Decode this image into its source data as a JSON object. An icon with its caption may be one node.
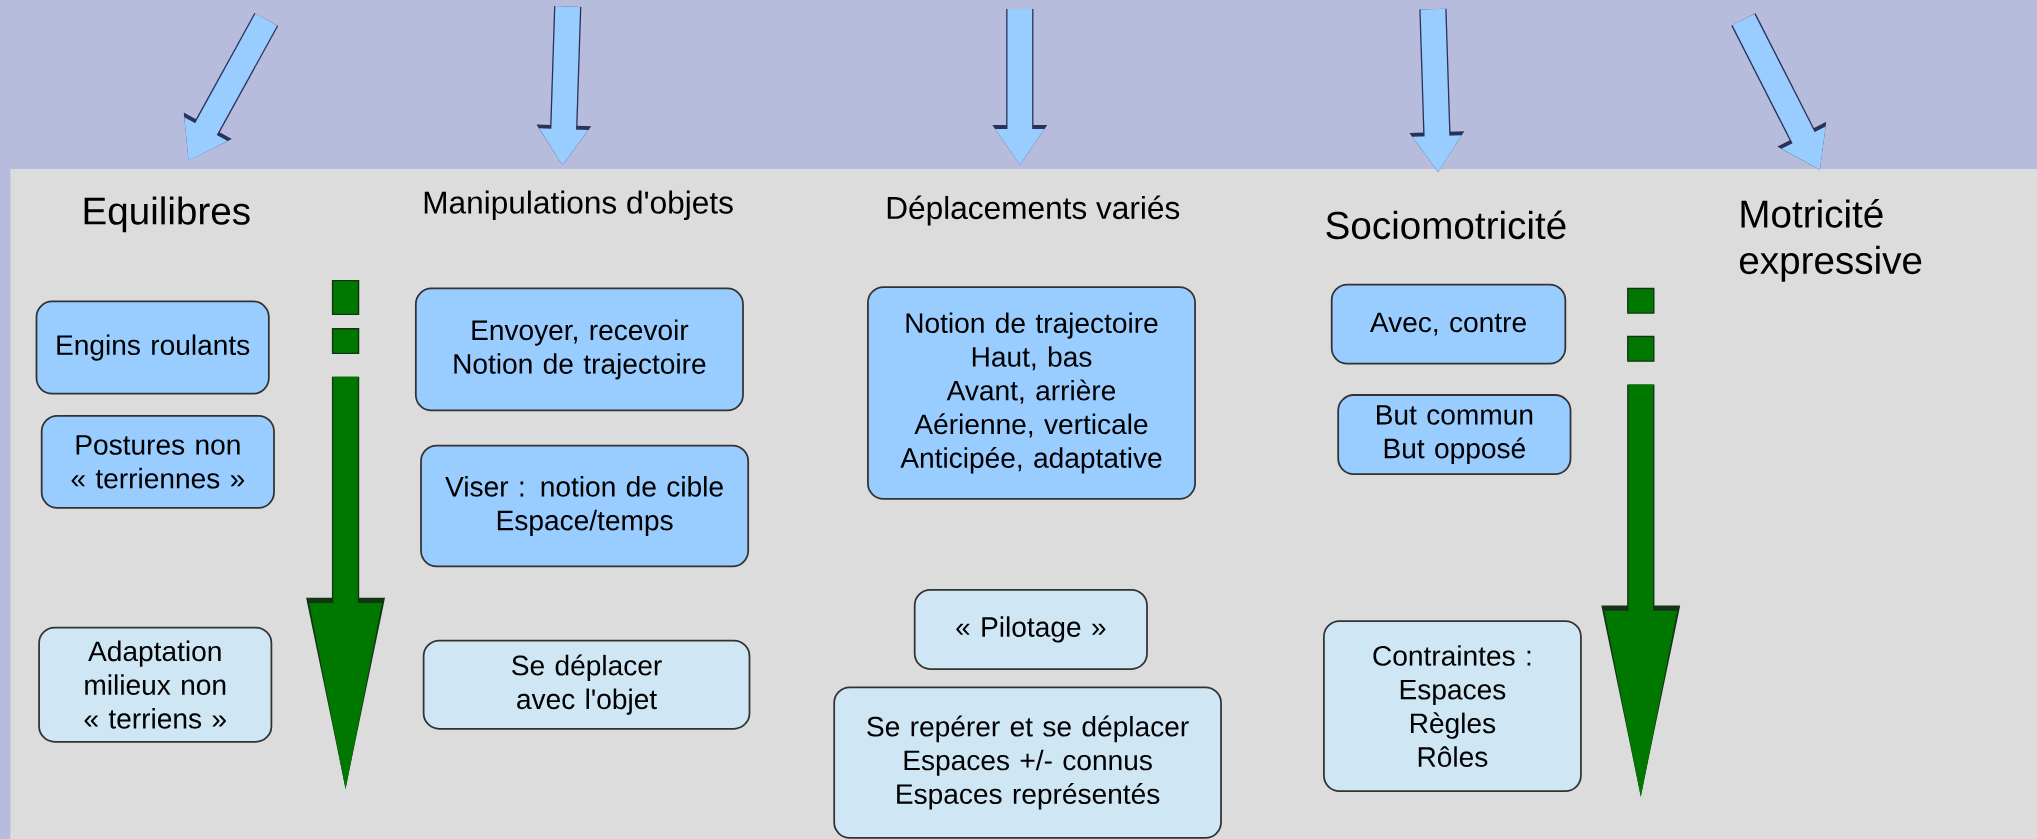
{
  "diagram": {
    "nodes": [
      {
        "text": [
          "Equilibres"
        ]
      },
      {
        "text": [
          "Engins roulants"
        ]
      },
      {
        "text": [
          "Postures non « terriennes »"
        ]
      },
      {
        "text": [
          "Adaptation milieux non « terriens »"
        ]
      },
      {
        "text": [
          "Manipulations d'objets"
        ]
      },
      {
        "text": [
          "Envoyer, recevoir",
          "Notion de trajectoire"
        ]
      },
      {
        "text": [
          "Viser : notion de cible",
          "Espace/temps"
        ]
      },
      {
        "text": [
          "Se déplacer avec l'objet"
        ]
      },
      {
        "text": [
          "Déplacements variés"
        ]
      },
      {
        "text": [
          "Notion de trajectoire",
          "Haut, bas",
          "Avant, arrière",
          "Aérienne, verticale",
          "Anticipée, adaptative"
        ]
      },
      {
        "text": [
          "« Pilotage »"
        ]
      },
      {
        "text": [
          "Se repérer et se déplacer",
          "Espaces +/- connus",
          "Espaces représentés"
        ]
      },
      {
        "text": [
          "Sociomotricité"
        ]
      },
      {
        "text": [
          "Avec, contre"
        ]
      },
      {
        "text": [
          "But commun",
          "But opposé"
        ]
      },
      {
        "text": [
          "Contraintes :",
          "Espaces",
          "Règles",
          "Rôles"
        ]
      },
      {
        "text": [
          "Motricité expressive"
        ]
      }
    ],
    "edges": [
      {
        "from": null,
        "to": 0,
        "arrow": "to"
      },
      {
        "from": null,
        "to": 4,
        "arrow": "to"
      },
      {
        "from": null,
        "to": 8,
        "arrow": "to"
      },
      {
        "from": null,
        "to": 12,
        "arrow": "to"
      },
      {
        "from": null,
        "to": 16,
        "arrow": "to"
      }
    ]
  }
}
